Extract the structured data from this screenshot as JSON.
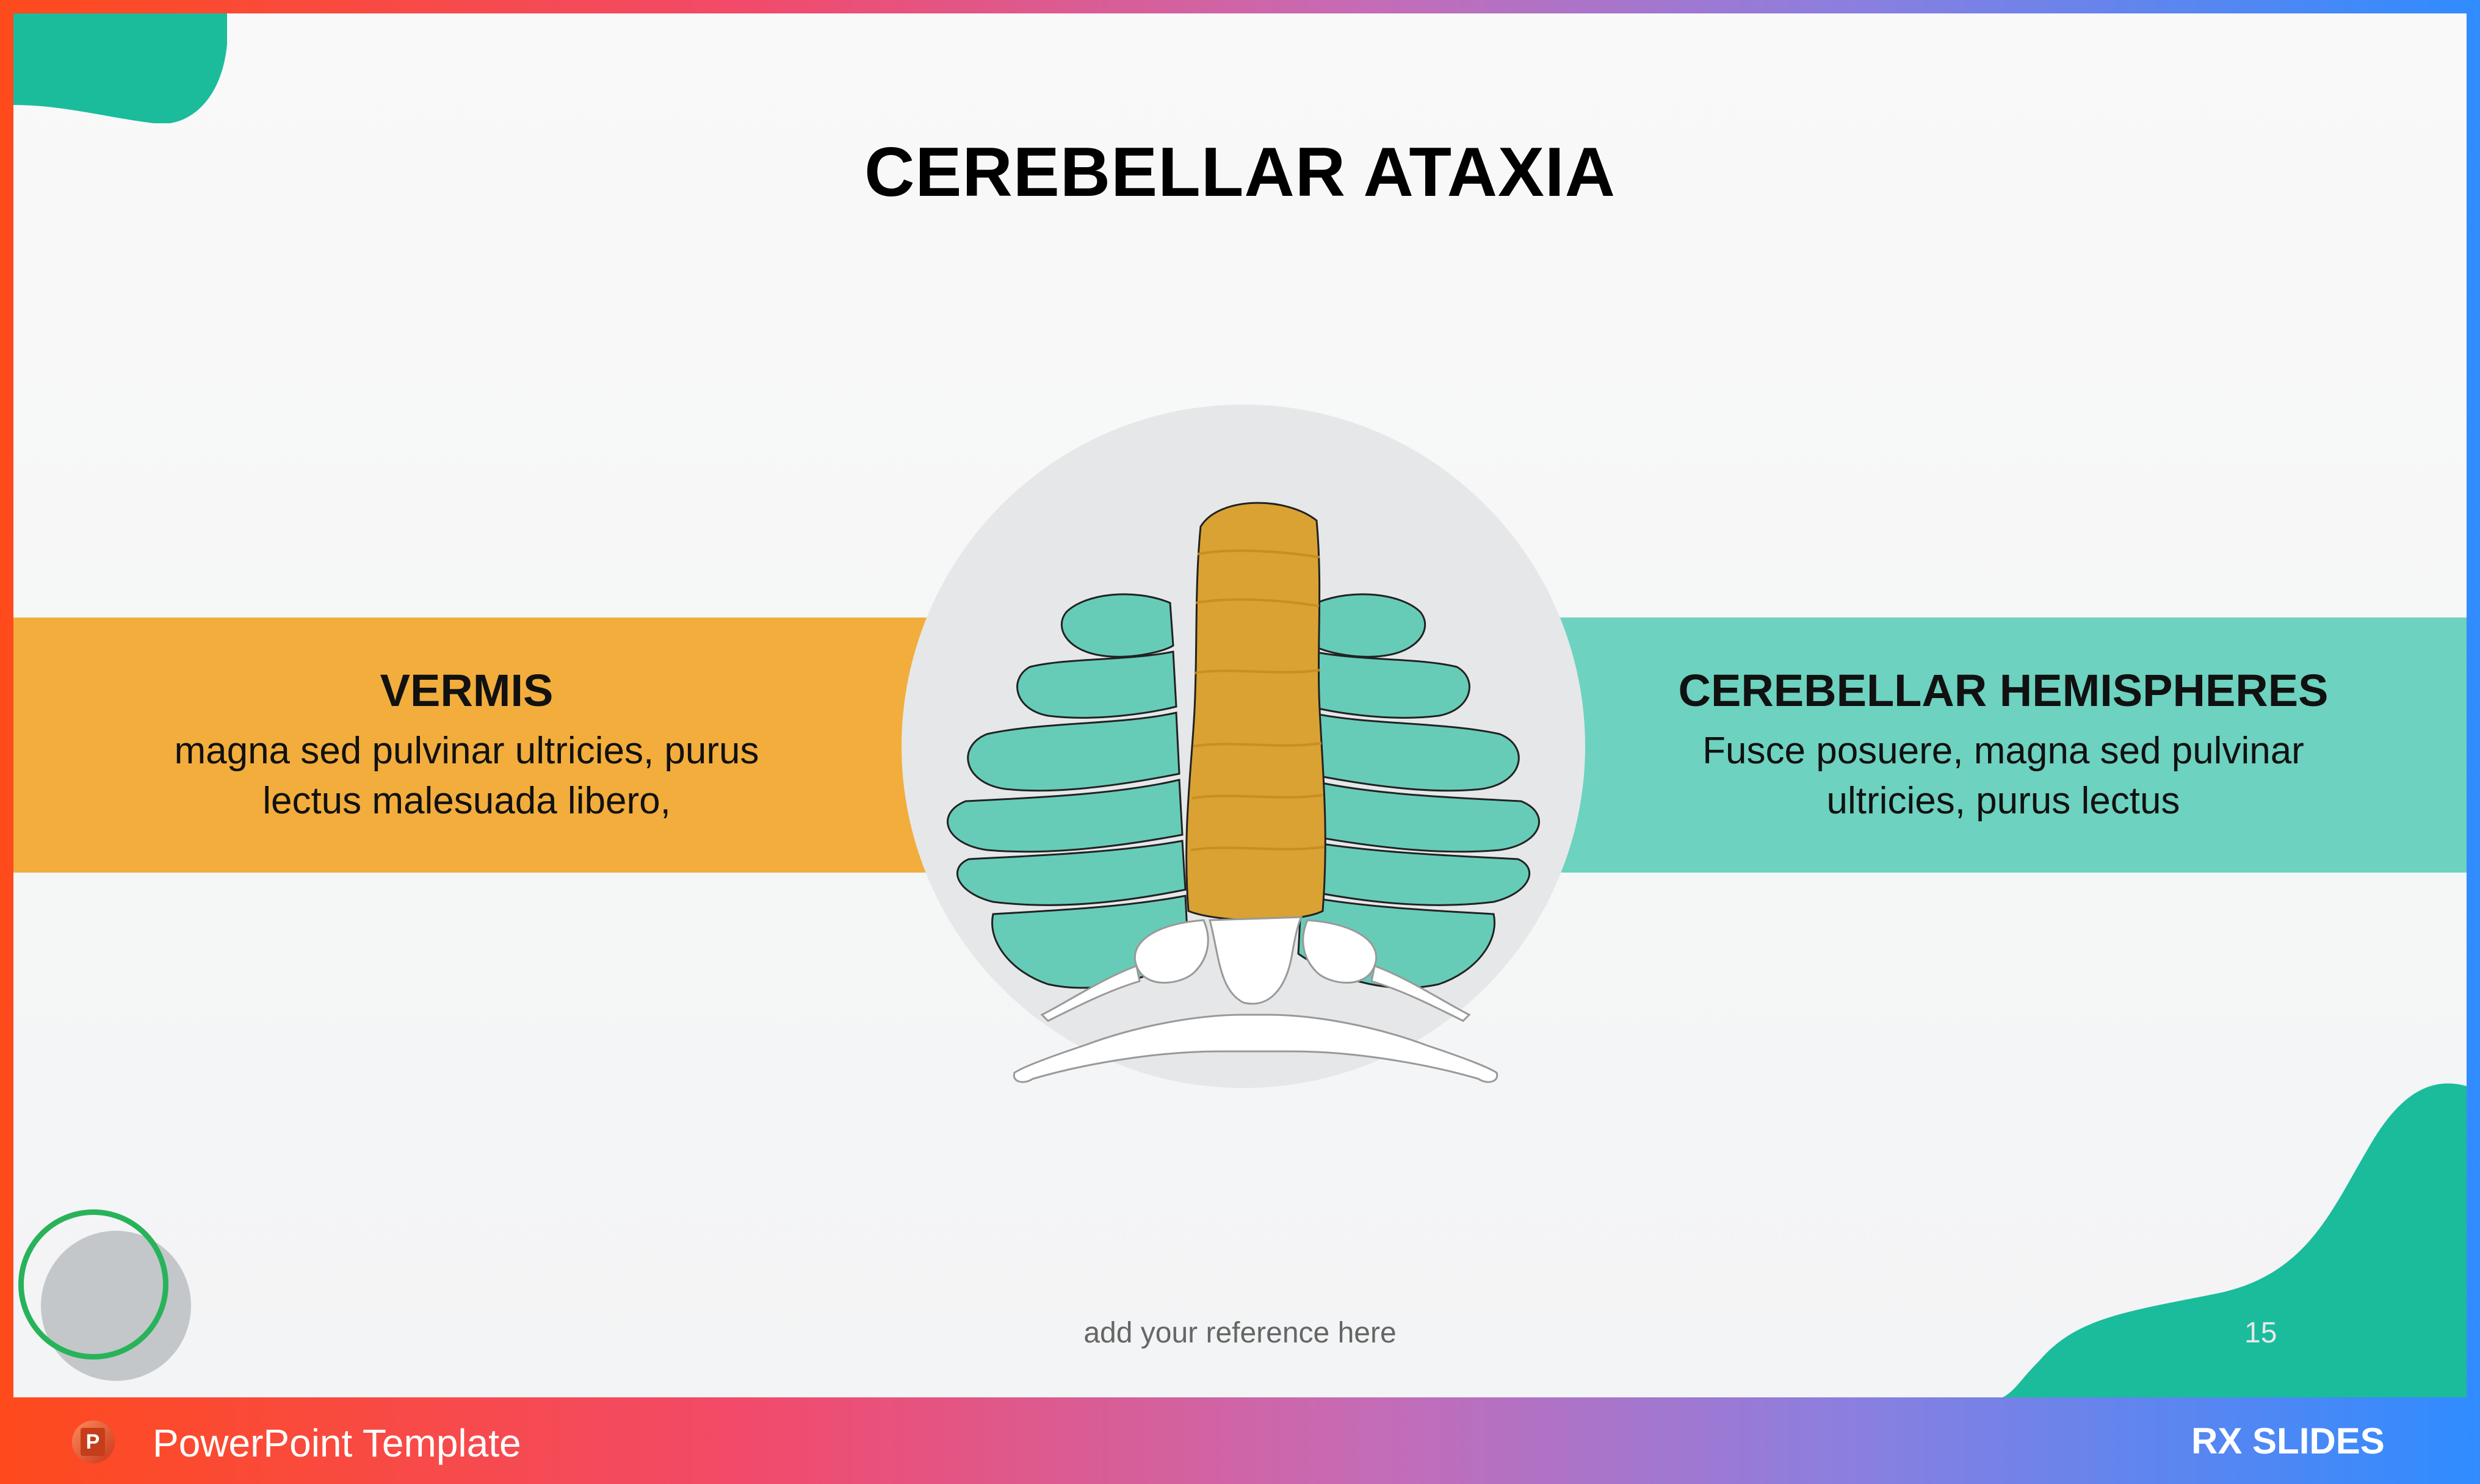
{
  "slide": {
    "title": "CEREBELLAR ATAXIA",
    "left_panel": {
      "heading": "VERMIS",
      "body_line1": "magna sed pulvinar ultricies, purus",
      "body_line2": "lectus malesuada libero,"
    },
    "right_panel": {
      "heading": "CEREBELLAR HEMISPHERES",
      "body_line1": "Fusce posuere, magna sed pulvinar",
      "body_line2": "ultricies, purus lectus"
    },
    "reference": "add your reference here",
    "page_number": "15"
  },
  "footer": {
    "app_icon": "powerpoint-icon",
    "label": "PowerPoint Template",
    "brand": "RX SLIDES"
  },
  "colors": {
    "vermis": "#f2ad3c",
    "hemispheres": "#6dd2bf",
    "accent_teal": "#1abc9c",
    "ring_green": "#28b35a"
  }
}
